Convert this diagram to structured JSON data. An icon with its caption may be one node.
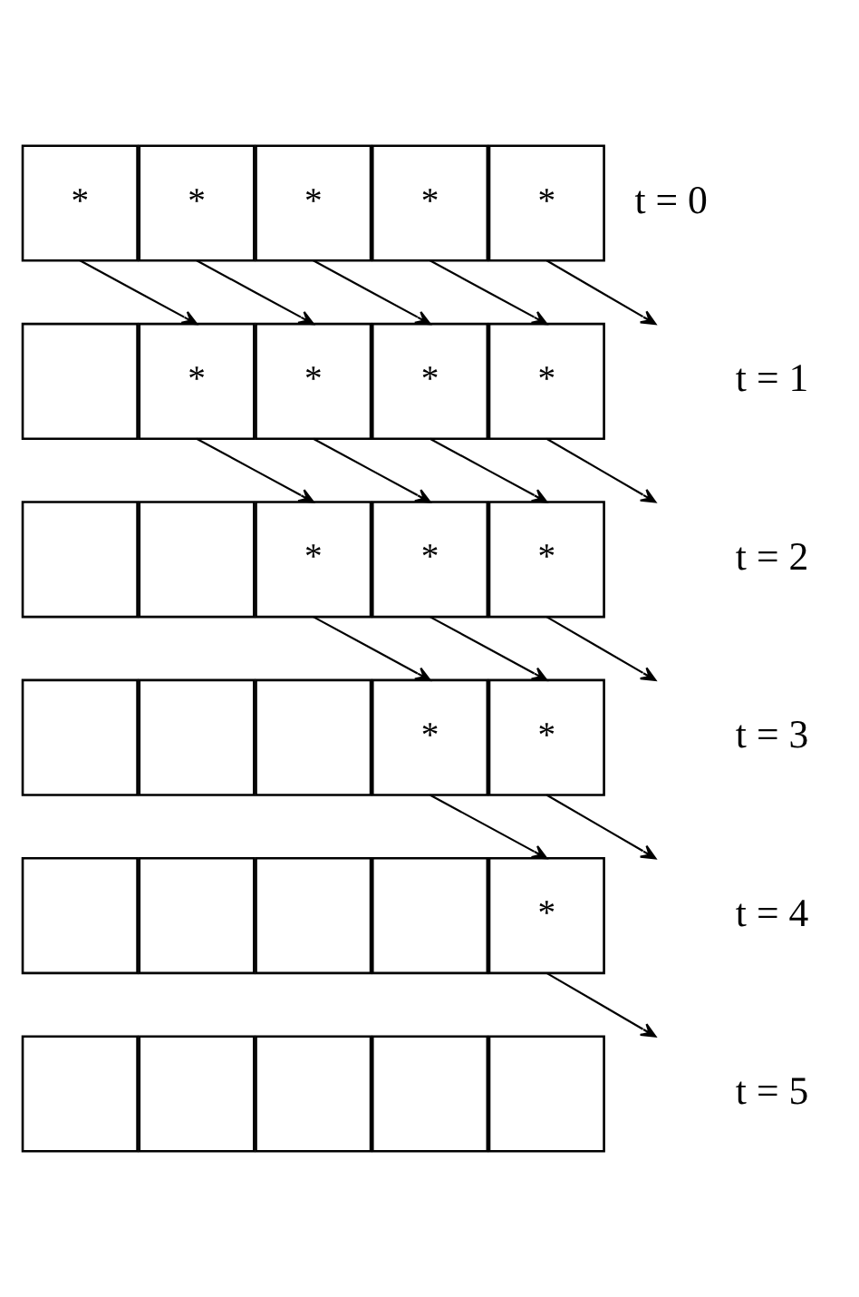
{
  "diagram": {
    "nodes": [
      {
        "text": [
          "*"
        ]
      },
      {
        "text": [
          "*"
        ]
      },
      {
        "text": [
          "*"
        ]
      },
      {
        "text": [
          "*"
        ]
      },
      {
        "text": [
          "*"
        ]
      },
      {
        "text": [],
        "shape": "box"
      },
      {
        "text": [
          "*"
        ]
      },
      {
        "text": [
          "*"
        ]
      },
      {
        "text": [
          "*"
        ]
      },
      {
        "text": [
          "*"
        ]
      },
      {
        "text": [],
        "shape": "box"
      },
      {
        "text": [],
        "shape": "box"
      },
      {
        "text": [
          "*"
        ]
      },
      {
        "text": [
          "*"
        ]
      },
      {
        "text": [
          "*"
        ]
      },
      {
        "text": [],
        "shape": "box"
      },
      {
        "text": [],
        "shape": "box"
      },
      {
        "text": [],
        "shape": "box"
      },
      {
        "text": [
          "*"
        ]
      },
      {
        "text": [
          "*"
        ]
      },
      {
        "text": [],
        "shape": "box"
      },
      {
        "text": [],
        "shape": "box"
      },
      {
        "text": [],
        "shape": "box"
      },
      {
        "text": [],
        "shape": "box"
      },
      {
        "text": [
          "*"
        ]
      },
      {
        "text": [],
        "shape": "box"
      },
      {
        "text": [],
        "shape": "box"
      },
      {
        "text": [],
        "shape": "box"
      },
      {
        "text": [],
        "shape": "box"
      },
      {
        "text": [],
        "shape": "box"
      }
    ],
    "edges": [
      {
        "from": 0,
        "to": 6,
        "arrow": "to"
      },
      {
        "from": 1,
        "to": 7,
        "arrow": "to"
      },
      {
        "from": 2,
        "to": 8,
        "arrow": "to"
      },
      {
        "from": 3,
        "to": 9,
        "arrow": "to"
      },
      {
        "from": 4,
        "to": null,
        "arrow": "to"
      },
      {
        "from": 6,
        "to": 12,
        "arrow": "to"
      },
      {
        "from": 7,
        "to": 13,
        "arrow": "to"
      },
      {
        "from": 8,
        "to": 14,
        "arrow": "to"
      },
      {
        "from": 9,
        "to": null,
        "arrow": "to"
      },
      {
        "from": 12,
        "to": 18,
        "arrow": "to"
      },
      {
        "from": 13,
        "to": 19,
        "arrow": "to"
      },
      {
        "from": 14,
        "to": null,
        "arrow": "to"
      },
      {
        "from": 18,
        "to": 24,
        "arrow": "to"
      },
      {
        "from": 19,
        "to": null,
        "arrow": "to"
      },
      {
        "from": 24,
        "to": null,
        "arrow": "to"
      }
    ],
    "labels": [
      "t = 0",
      "t = 1",
      "t = 2",
      "t = 3",
      "t = 4",
      "t = 5"
    ]
  }
}
